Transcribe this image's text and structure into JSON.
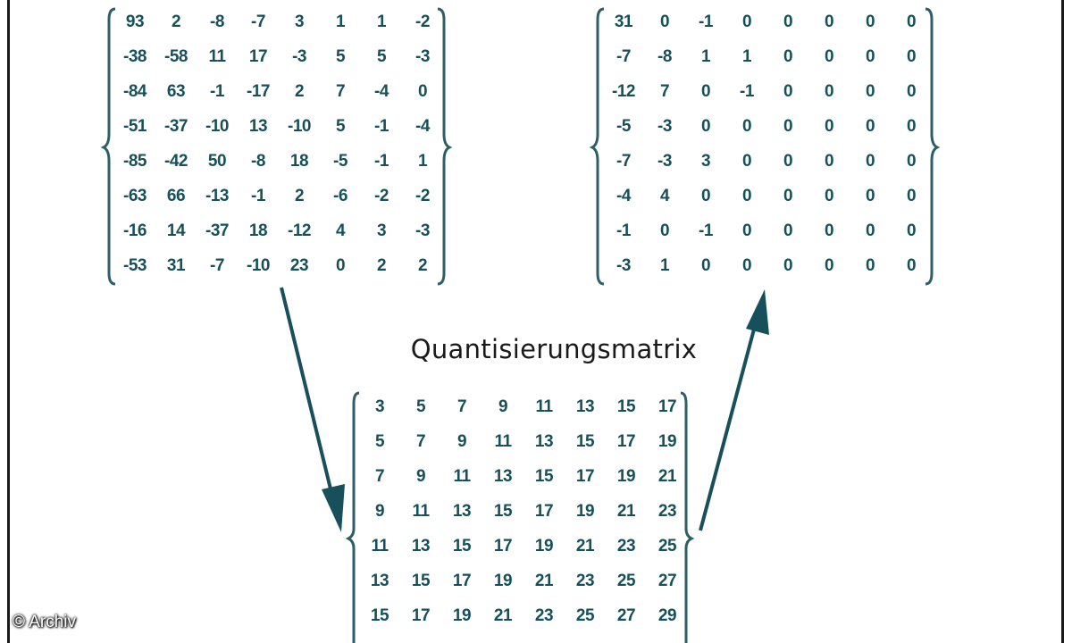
{
  "quant_title": "Quantisierungsmatrix",
  "credit": "© Archiv",
  "colors": {
    "matrix_text": "#17505a",
    "bracket": "#2f5f66",
    "arrow": "#17505a",
    "frame": "#1a1a1a"
  },
  "dct_matrix": [
    [
      "93",
      "2",
      "-8",
      "-7",
      "3",
      "1",
      "1",
      "-2"
    ],
    [
      "-38",
      "-58",
      "11",
      "17",
      "-3",
      "5",
      "5",
      "-3"
    ],
    [
      "-84",
      "63",
      "-1",
      "-17",
      "2",
      "7",
      "-4",
      "0"
    ],
    [
      "-51",
      "-37",
      "-10",
      "13",
      "-10",
      "5",
      "-1",
      "-4"
    ],
    [
      "-85",
      "-42",
      "50",
      "-8",
      "18",
      "-5",
      "-1",
      "1"
    ],
    [
      "-63",
      "66",
      "-13",
      "-1",
      "2",
      "-6",
      "-2",
      "-2"
    ],
    [
      "-16",
      "14",
      "-37",
      "18",
      "-12",
      "4",
      "3",
      "-3"
    ],
    [
      "-53",
      "31",
      "-7",
      "-10",
      "23",
      "0",
      "2",
      "2"
    ]
  ],
  "result_matrix": [
    [
      "31",
      "0",
      "-1",
      "0",
      "0",
      "0",
      "0",
      "0"
    ],
    [
      "-7",
      "-8",
      "1",
      "1",
      "0",
      "0",
      "0",
      "0"
    ],
    [
      "-12",
      "7",
      "0",
      "-1",
      "0",
      "0",
      "0",
      "0"
    ],
    [
      "-5",
      "-3",
      "0",
      "0",
      "0",
      "0",
      "0",
      "0"
    ],
    [
      "-7",
      "-3",
      "3",
      "0",
      "0",
      "0",
      "0",
      "0"
    ],
    [
      "-4",
      "4",
      "0",
      "0",
      "0",
      "0",
      "0",
      "0"
    ],
    [
      "-1",
      "0",
      "-1",
      "0",
      "0",
      "0",
      "0",
      "0"
    ],
    [
      "-3",
      "1",
      "0",
      "0",
      "0",
      "0",
      "0",
      "0"
    ]
  ],
  "quant_matrix": [
    [
      "3",
      "5",
      "7",
      "9",
      "11",
      "13",
      "15",
      "17"
    ],
    [
      "5",
      "7",
      "9",
      "11",
      "13",
      "15",
      "17",
      "19"
    ],
    [
      "7",
      "9",
      "11",
      "13",
      "15",
      "17",
      "19",
      "21"
    ],
    [
      "9",
      "11",
      "13",
      "15",
      "17",
      "19",
      "21",
      "23"
    ],
    [
      "11",
      "13",
      "15",
      "17",
      "19",
      "21",
      "23",
      "25"
    ],
    [
      "13",
      "15",
      "17",
      "19",
      "21",
      "23",
      "25",
      "27"
    ],
    [
      "15",
      "17",
      "19",
      "21",
      "23",
      "25",
      "27",
      "29"
    ]
  ]
}
